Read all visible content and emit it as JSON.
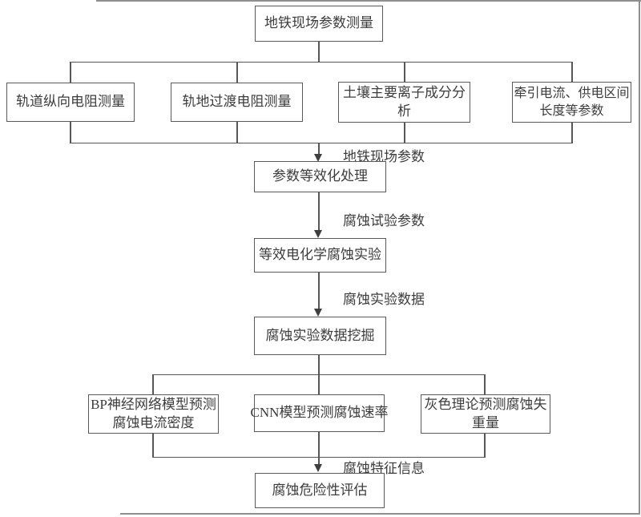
{
  "colors": {
    "background": "#ffffff",
    "ink": "#3c3c3c",
    "line": "#565656",
    "frame": "#8f8f8f"
  },
  "flowchart": {
    "nodes": {
      "source": {
        "label": "地铁现场参数测量"
      },
      "measurements": [
        {
          "label": "轨道纵向电阻测量"
        },
        {
          "label": "轨地过渡电阻测量"
        },
        {
          "label": "土壤主要离子成分分析"
        },
        {
          "label": "牵引电流、供电区间长度等参数"
        }
      ],
      "equivalence": {
        "label": "参数等效化处理"
      },
      "experiment": {
        "label": "等效电化学腐蚀实验"
      },
      "mining": {
        "label": "腐蚀实验数据挖掘"
      },
      "predictors": [
        {
          "label": "BP神经网络模型预测腐蚀电流密度"
        },
        {
          "label": "CNN模型预测腐蚀速率"
        },
        {
          "label": "灰色理论预测腐蚀失重量"
        }
      ],
      "assessment": {
        "label": "腐蚀危险性评估"
      }
    },
    "edge_labels": [
      {
        "label": "地铁现场参数"
      },
      {
        "label": "腐蚀试验参数"
      },
      {
        "label": "腐蚀实验数据"
      },
      {
        "label": "腐蚀特征信息"
      }
    ]
  }
}
